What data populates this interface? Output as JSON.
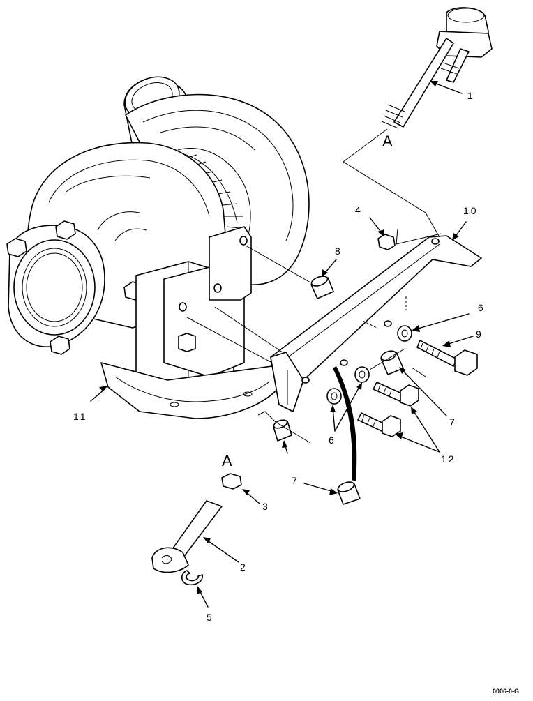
{
  "figure_code": "0006-0-G",
  "callouts": {
    "c1": "1",
    "c2": "2",
    "c3": "3",
    "c4": "4",
    "c5": "5",
    "c6a": "6",
    "c6b": "6",
    "c7a": "7",
    "c7b": "7",
    "c8": "8",
    "c9": "9",
    "c10": "10",
    "c11": "11",
    "c12": "12"
  },
  "view_letters": {
    "top": "A",
    "bottom": "A"
  }
}
